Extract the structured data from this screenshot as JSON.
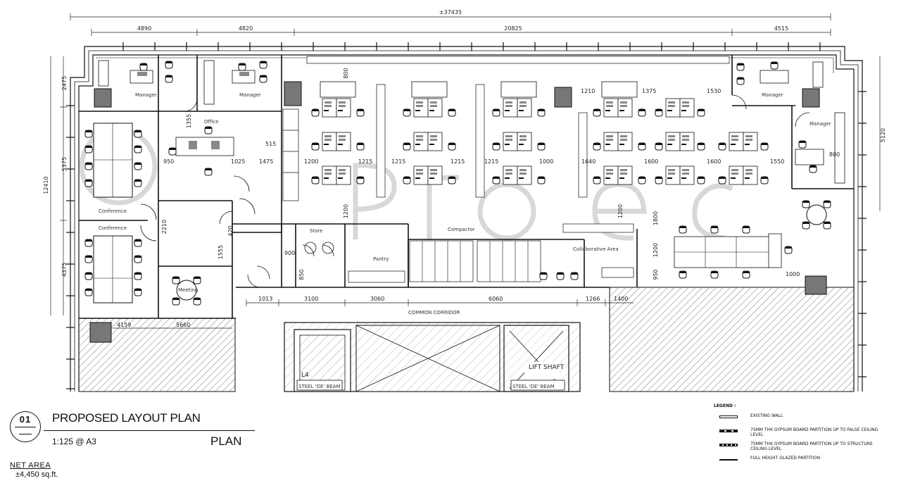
{
  "drawing": {
    "overall_dimension": "±37435",
    "top_dimensions": [
      "4890",
      "4820",
      "20825",
      "4515"
    ],
    "left_dimensions": [
      "2475",
      "5375",
      "12410",
      "4375"
    ],
    "right_dimension": "5120",
    "bottom_dimensions": [
      "1013",
      "3100",
      "3060",
      "6060",
      "1266",
      "1400"
    ],
    "lower_left_dimensions": [
      "4159",
      "5660"
    ],
    "internal_dimensions": [
      "1355",
      "950",
      "1025",
      "515",
      "1475",
      "1200",
      "1215",
      "1215",
      "1215",
      "1215",
      "1000",
      "1640",
      "1600",
      "1600",
      "1550",
      "1210",
      "1375",
      "1530",
      "800",
      "800",
      "1200",
      "1200",
      "1800",
      "1200",
      "950",
      "1000",
      "2210",
      "1555",
      "900",
      "420",
      "850"
    ],
    "rooms": {
      "manager_1": "Manager",
      "manager_2": "Manager",
      "manager_3": "Manager",
      "manager_4": "Manager",
      "office": "Office",
      "conference_1": "Conference",
      "conference_2": "Conference",
      "meeting": "Meeting",
      "pantry": "Pantry",
      "compactor": "Compactor",
      "store": "Store",
      "collaborative_area": "Collaborative Area",
      "corridor": "COMMON CORRIDOR",
      "lift_shaft": "LIFT SHAFT",
      "l4": "L4",
      "steel_beam_1": "STEEL 'DE' BEAM",
      "steel_beam_2": "STEEL 'DE' BEAM"
    }
  },
  "title_block": {
    "number": "01",
    "title": "PROPOSED LAYOUT PLAN",
    "scale": "1:125 @ A3",
    "type": "PLAN"
  },
  "net_area": {
    "label": "NET AREA",
    "value": "±4,450  sq.ft."
  },
  "legend": {
    "heading": "LEGEND :",
    "items": [
      {
        "id": "existing",
        "text": "EXISTING WALL"
      },
      {
        "id": "false_ceiling",
        "text": "75mm THK GYPSUM BOARD PARTITION UP TO FALSE CEILING LEVEL"
      },
      {
        "id": "structure_ceiling",
        "text": "75mm THK GYPSUM BOARD PARTITION UP TO STRUCTURE CEILING LEVEL"
      },
      {
        "id": "glazed",
        "text": "FULL HEIGHT GLAZED PARTITION"
      }
    ]
  }
}
